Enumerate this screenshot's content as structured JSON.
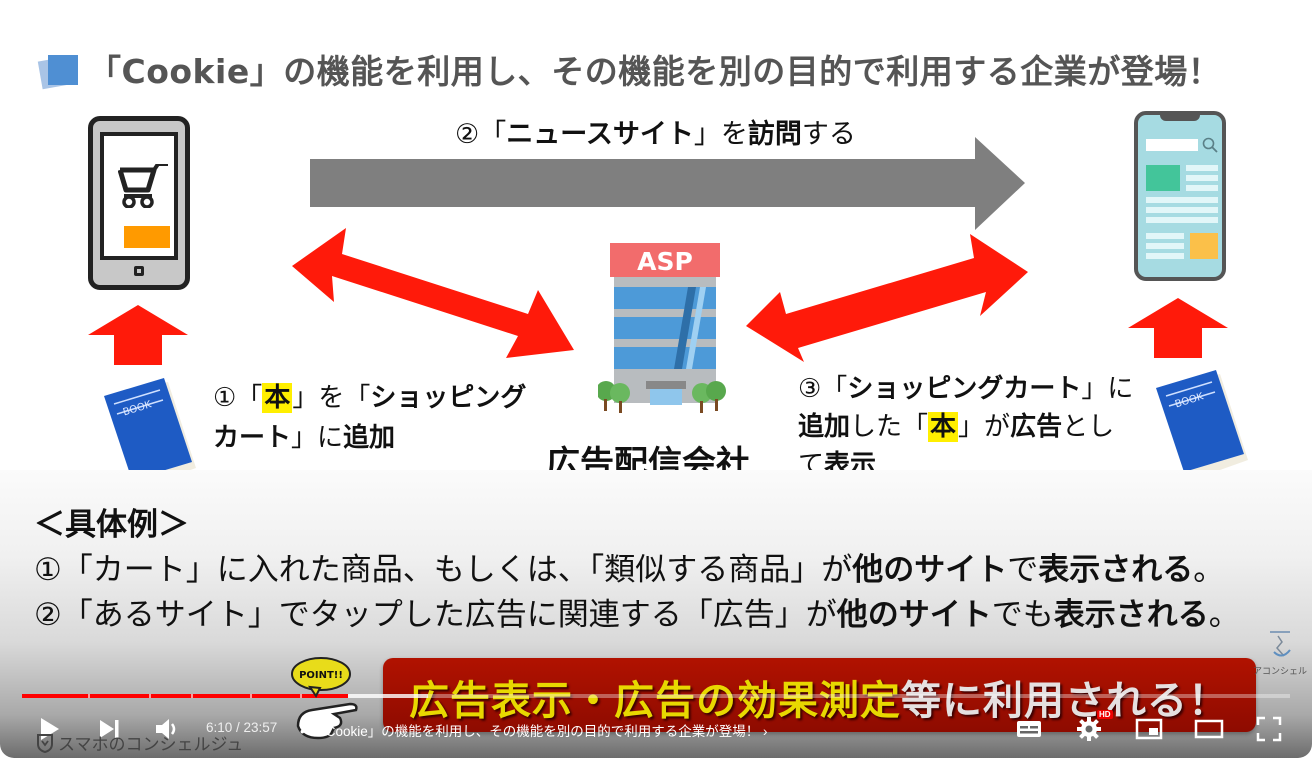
{
  "slide": {
    "title": "「Cookie」の機能を利用し、その機能を別の目的で利用する企業が登場！",
    "visit_label": {
      "num": "②「",
      "bold": "ニュースサイト",
      "mid": "」を",
      "bold2": "訪問",
      "end": "する"
    },
    "step1": {
      "l1_a": "①「",
      "l1_hl": "本",
      "l1_b": "」を「",
      "l1_bold": "ショッピング",
      "l2_bold": "カート",
      "l2_a": "」に",
      "l2_bold2": "追加"
    },
    "step3": {
      "l1_a": "③「",
      "l1_bold": "ショッピングカート",
      "l1_b": "」に",
      "l2_bold": "追加",
      "l2_a": "した「",
      "l2_hl": "本",
      "l2_b": "」が",
      "l2_bold2": "広告",
      "l2_c": "とし",
      "l3_a": "て",
      "l3_bold": "表示"
    },
    "building_sign": "ASP",
    "company_label": "広告配信会社",
    "book_label": "BOOK",
    "examples": {
      "heading": "＜具体例＞",
      "item1": {
        "a": "①「カート」に入れた商品、もしくは、「類似する商品」が",
        "b": "他のサイト",
        "c": "で",
        "d": "表示される",
        "e": "。"
      },
      "item2": {
        "a": "②「あるサイト」でタップした広告に関連する「広告」が",
        "b": "他のサイト",
        "c": "でも",
        "d": "表示される",
        "e": "。"
      }
    },
    "banner": {
      "gold": "広告表示・広告の効果測定",
      "rest": "等に利用される！"
    },
    "point_label": "POINT!!",
    "watermark_text": "アコンシェル"
  },
  "player": {
    "current_time": "6:10",
    "duration": "23:57",
    "time_display": "6:10 / 23:57",
    "separator": "•",
    "chapter_title": "「Cookie」の機能を利用し、その機能を別の目的で利用する企業が登場！",
    "chapter_chevron": "›",
    "progress_played_fraction": 0.257,
    "progress_loaded_fraction": 0.32,
    "chapter_markers_fraction": [
      0.052,
      0.1,
      0.133,
      0.18,
      0.219
    ],
    "channel_name": "スマホのコンシェルジュ",
    "hd_badge": "HD",
    "icons": [
      "play-icon",
      "next-icon",
      "volume-icon",
      "subtitles-icon",
      "settings-icon",
      "miniplayer-icon",
      "theater-icon",
      "fullscreen-icon"
    ],
    "colors": {
      "played": "#ff0000",
      "accent_banner": "#a00f00"
    }
  }
}
